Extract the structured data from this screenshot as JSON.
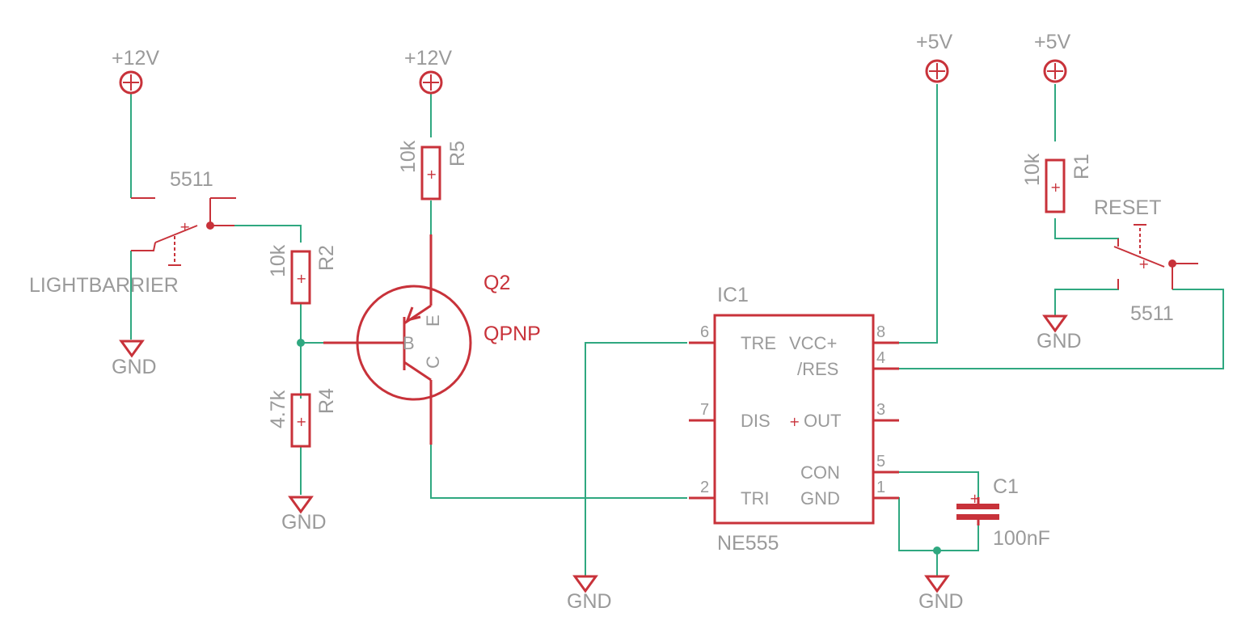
{
  "power": {
    "v12_left": "+12V",
    "v12_mid": "+12V",
    "v5_left": "+5V",
    "v5_right": "+5V"
  },
  "grounds": {
    "gnd_light": "GND",
    "gnd_r4": "GND",
    "gnd_trig": "GND",
    "gnd_c1": "GND",
    "gnd_reset": "GND"
  },
  "switches": {
    "lightbarrier_value": "5511",
    "lightbarrier_name": "LIGHTBARRIER",
    "reset_name": "RESET",
    "reset_value": "5511"
  },
  "resistors": {
    "r2_value": "10k",
    "r2_name": "R2",
    "r4_value": "4.7k",
    "r4_name": "R4",
    "r5_value": "10k",
    "r5_name": "R5",
    "r1_value": "10k",
    "r1_name": "R1"
  },
  "transistor": {
    "name": "Q2",
    "value": "QPNP",
    "pin_b": "B",
    "pin_e": "E",
    "pin_c": "C"
  },
  "ic": {
    "name": "IC1",
    "value": "NE555",
    "pins": {
      "p6": "6",
      "p8": "8",
      "p4": "4",
      "p7": "7",
      "p3": "3",
      "p5": "5",
      "p2": "2",
      "p1": "1"
    },
    "pin_names": {
      "tre": "TRE",
      "vcc": "VCC+",
      "res": "/RES",
      "dis": "DIS",
      "out": "OUT",
      "con": "CON",
      "tri": "TRI",
      "gnd": "GND"
    }
  },
  "capacitor": {
    "name": "C1",
    "value": "100nF"
  },
  "colors": {
    "component": "#c8323a",
    "wire": "#2fa880",
    "label": "#9a9a9a"
  }
}
